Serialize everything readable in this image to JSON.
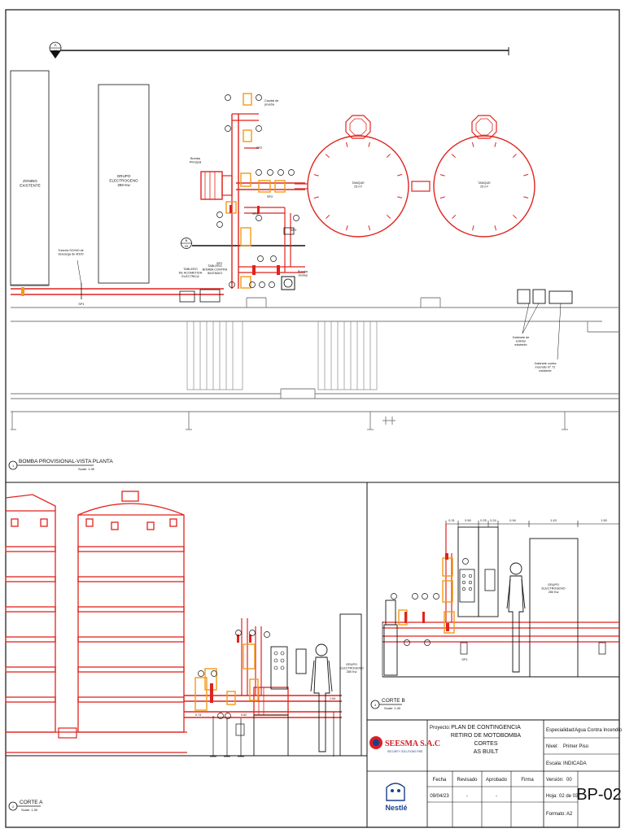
{
  "plan": {
    "marker_top_letter": "A",
    "marker_top_sheet": "03",
    "marker_mid_letter": "B",
    "marker_mid_sheet": "03",
    "zoning_label": "ZONING\nEXISTENTE",
    "grupo_label": "GRUPO\nELECTROGENO\n280 Kw",
    "tank1_label": "TANQUE\n25 m³",
    "tank2_label": "TANQUE\n25 m³",
    "caudal_label": "Caudal de\nprueba",
    "bomba_principal_label": "Bomba\nPrincipal",
    "bomba_jockey_label": "Bomba\nJockey",
    "tablero_acometida_label": "TABLERO\nDE ACOMETIDA\nELECTRICA",
    "tablero_bomba_label": "TABLERO\nBOMBA CONTRA\nINCENDIO",
    "tuberia_label": "Tubería SCH40 de\ndescarga de Ø100",
    "sp1_label": "SP1",
    "sp2_label": "SP2",
    "sp3_label": "SP3",
    "gabinete1_label": "Gabinete de\nextintor\nexistente",
    "gabinete2_label": "Gabinete contra\nincendio N° 72\nexistente",
    "view_title": "BOMBA PROVISIONAL-VISTA PLANTA",
    "view_scale": "Scale: 1:30",
    "view_number": "1"
  },
  "corte_a": {
    "title": "CORTE A",
    "scale": "Scale: 1:30",
    "number": "2",
    "grupo_label": "GRUPO\nELECTROGENO\n280 Kw",
    "dim_labels": [
      "0.74",
      "0.62",
      "1.54"
    ]
  },
  "corte_b": {
    "title": "CORTE B",
    "scale": "Scale: 1:30",
    "number": "3",
    "grupo_label": "GRUPO\nELECTROGENO\n280 Kw",
    "sp1_label": "SP1",
    "dims": [
      "0.31",
      "0.50",
      "0.25",
      "0.24",
      "0.94",
      "1.43",
      "1.50"
    ]
  },
  "title_block": {
    "company": "SEESMA S.A.C",
    "company_tag": "SECURITY SOLUTIONS FIRE",
    "client": "Nestlé",
    "proyecto_label": "Proyecto:",
    "proyecto_lines": [
      "PLAN DE CONTINGENCIA",
      "RETIRO DE MOTOBOMBA",
      "CORTES",
      "AS BUILT"
    ],
    "especialidad_label": "Especialidad:",
    "especialidad_value": "Agua Contra Incendio",
    "nivel_label": "Nivel:",
    "nivel_value": "Primer Piso",
    "escala_label": "Escala:",
    "escala_value": "INDICADA",
    "col_headers": [
      "Fecha",
      "Revisado",
      "Aprobado",
      "Firma"
    ],
    "row_values": [
      "09/04/23",
      "-",
      "-",
      ""
    ],
    "version_label": "Versión:",
    "version_value": "00",
    "hoja_label": "Hoja:",
    "hoja_value": "02 de 03",
    "formato_label": "Formato:",
    "formato_value": "A2",
    "sheet_code": "BP-02"
  },
  "colors": {
    "pipe_red": "#e0231d",
    "valve_orange": "#f39a18",
    "line_black": "#111111",
    "wall_gray": "#777777",
    "company_blue": "#1b3f8c",
    "company_red": "#d62027"
  }
}
